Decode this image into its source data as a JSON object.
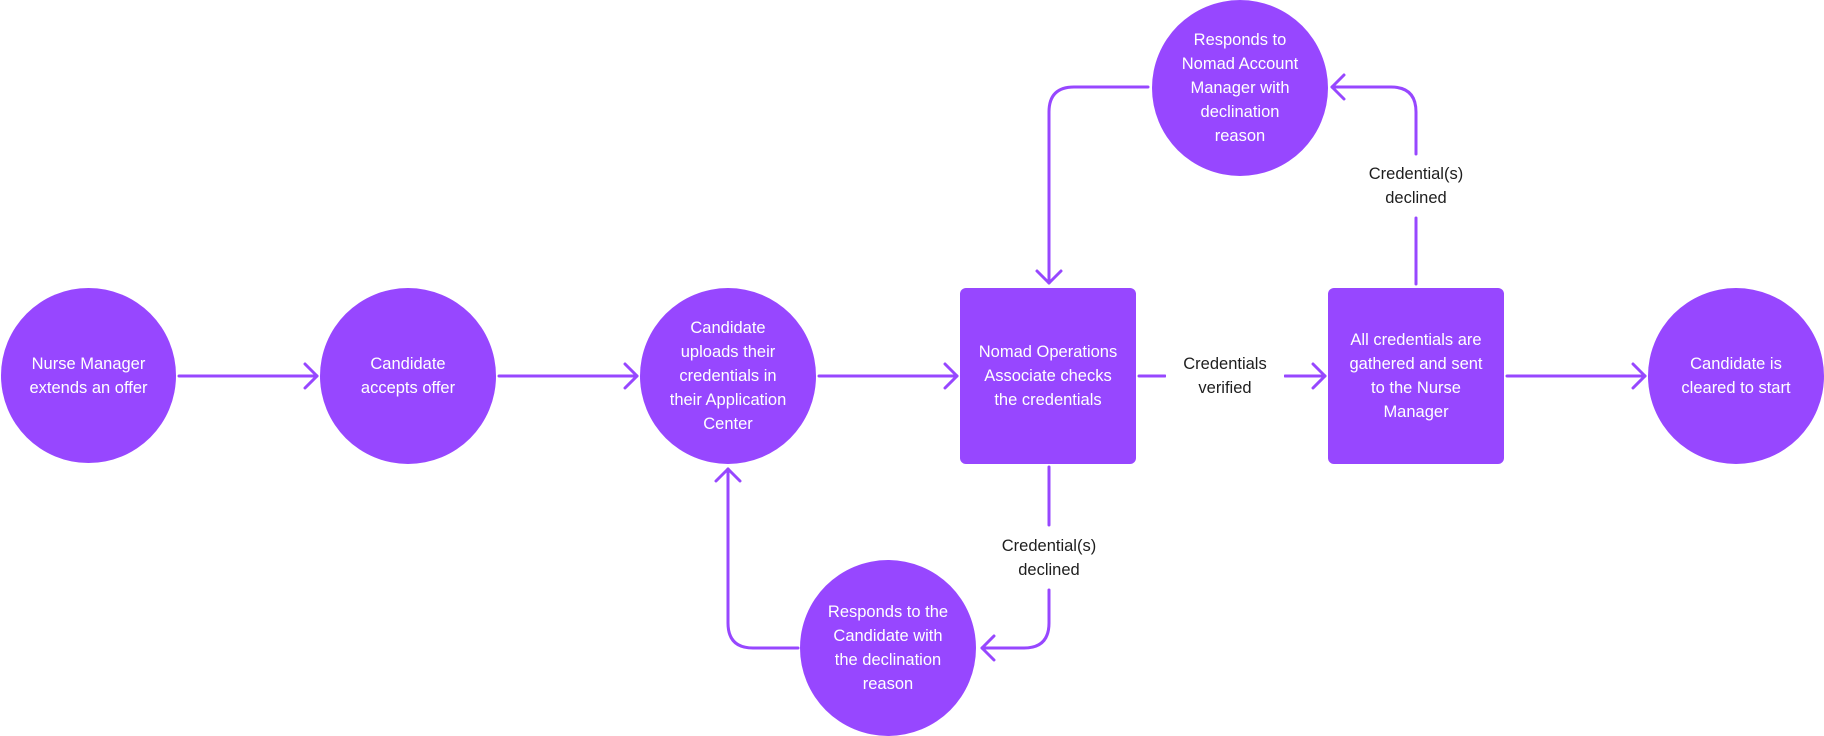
{
  "colors": {
    "node_fill": "#9747ff",
    "node_text": "#ffffff",
    "connector": "#9747ff",
    "label_text": "#1e1e1e",
    "background": "#ffffff"
  },
  "nodes": {
    "nurse_manager_offer": "Nurse Manager\nextends an offer",
    "candidate_accepts": "Candidate\naccepts offer",
    "candidate_uploads": "Candidate\nuploads their\ncredentials in\ntheir Application\nCenter",
    "ops_checks": "Nomad Operations\nAssociate checks\nthe credentials",
    "credentials_gathered": "All credentials are\ngathered and sent\nto the Nurse\nManager",
    "cleared_to_start": "Candidate is\ncleared to start",
    "responds_account_manager": "Responds to\nNomad Account\nManager with\ndeclination\nreason",
    "responds_candidate": "Responds to the\nCandidate with\nthe declination\nreason"
  },
  "edge_labels": {
    "verified": "Credentials\nverified",
    "declined_top": "Credential(s)\ndeclined",
    "declined_bottom": "Credential(s)\ndeclined"
  }
}
